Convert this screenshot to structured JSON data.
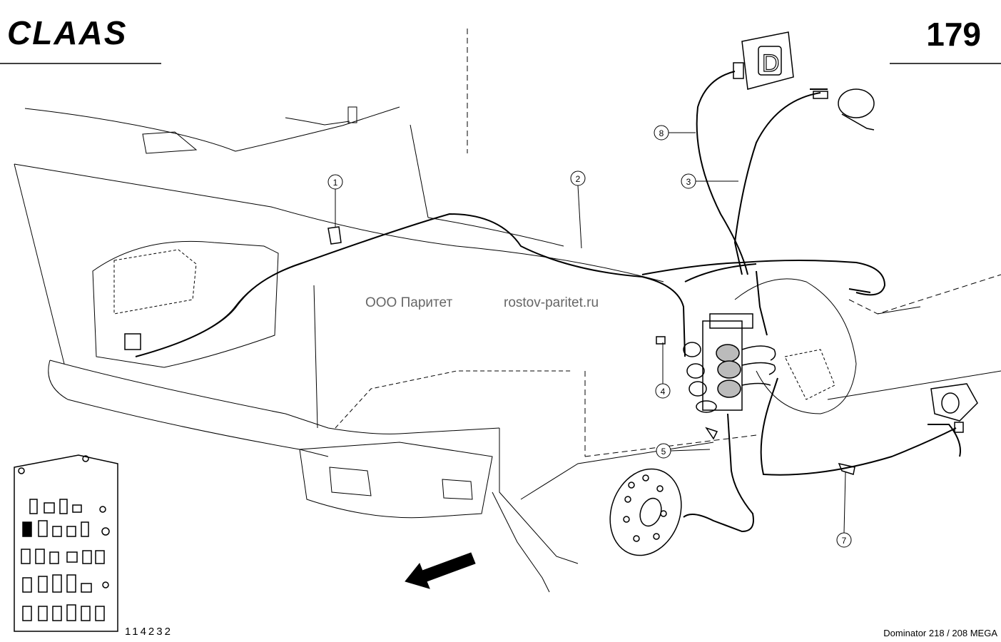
{
  "header": {
    "brand": "CLAAS",
    "page_number": "179"
  },
  "watermark": {
    "company": "ООО Паритет",
    "site": "rostov-paritet.ru"
  },
  "drawing_number": "114232",
  "model": "Dominator 218 / 208 MEGA",
  "callouts": [
    {
      "label": "1"
    },
    {
      "label": "2"
    },
    {
      "label": "3"
    },
    {
      "label": "4"
    },
    {
      "label": "5"
    },
    {
      "label": "7"
    },
    {
      "label": "8"
    }
  ],
  "colors": {
    "ink": "#000000",
    "paper": "#ffffff",
    "watermark": "#666666"
  }
}
